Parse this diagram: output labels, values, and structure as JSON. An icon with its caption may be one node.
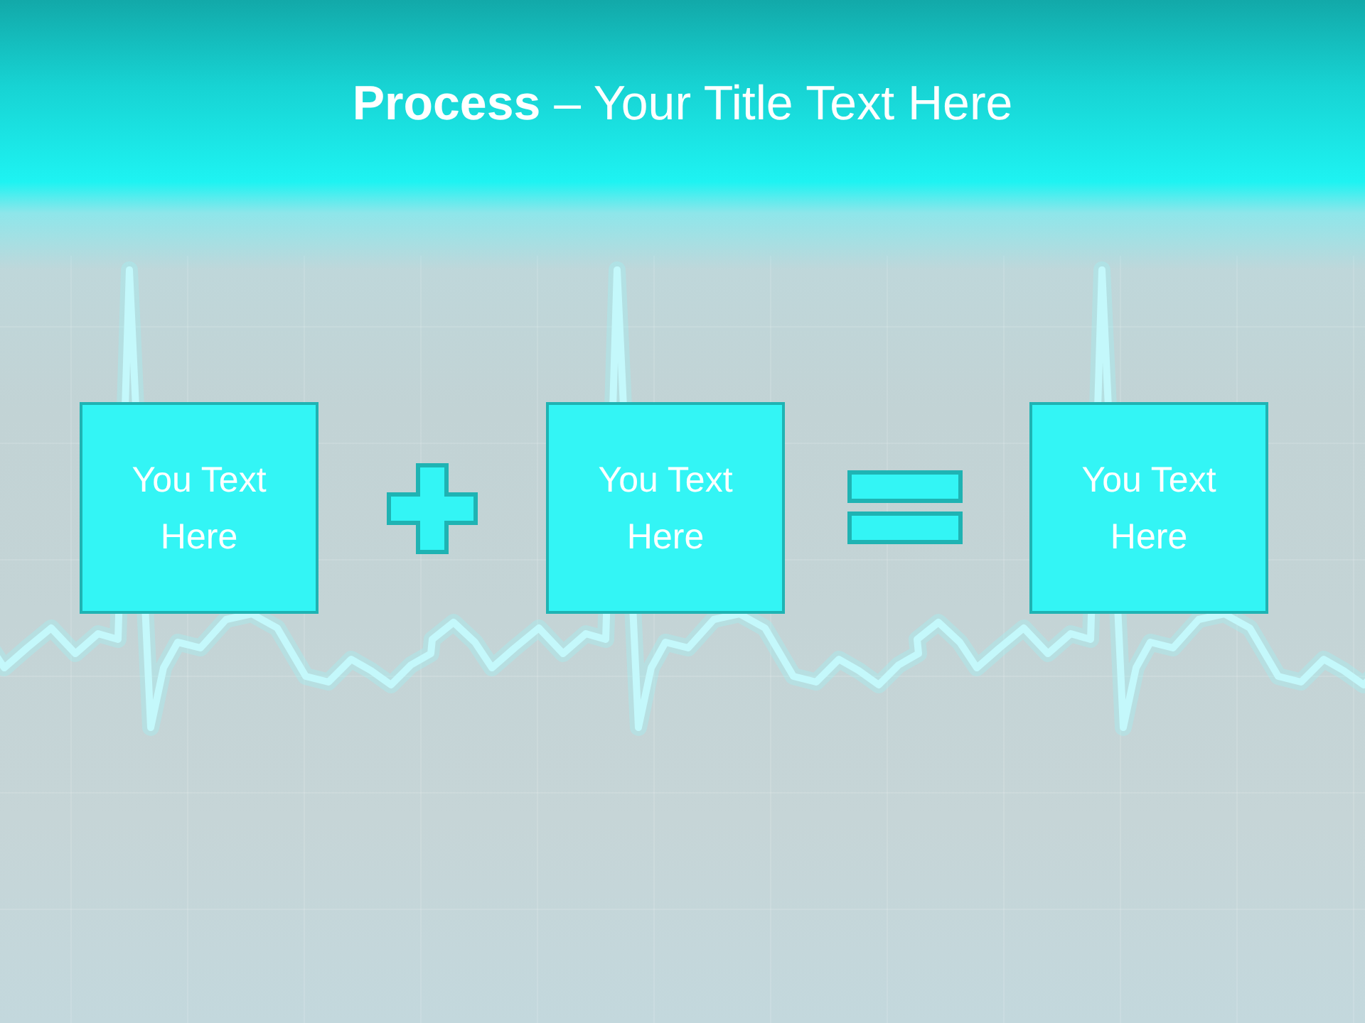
{
  "diagram": {
    "title": "**Process** – Your Title Text Here",
    "nodes": [
      {
        "text": [
          "You Text Here"
        ]
      },
      {
        "text": [
          "You Text Here"
        ]
      },
      {
        "text": [
          "You Text Here"
        ]
      }
    ]
  }
}
